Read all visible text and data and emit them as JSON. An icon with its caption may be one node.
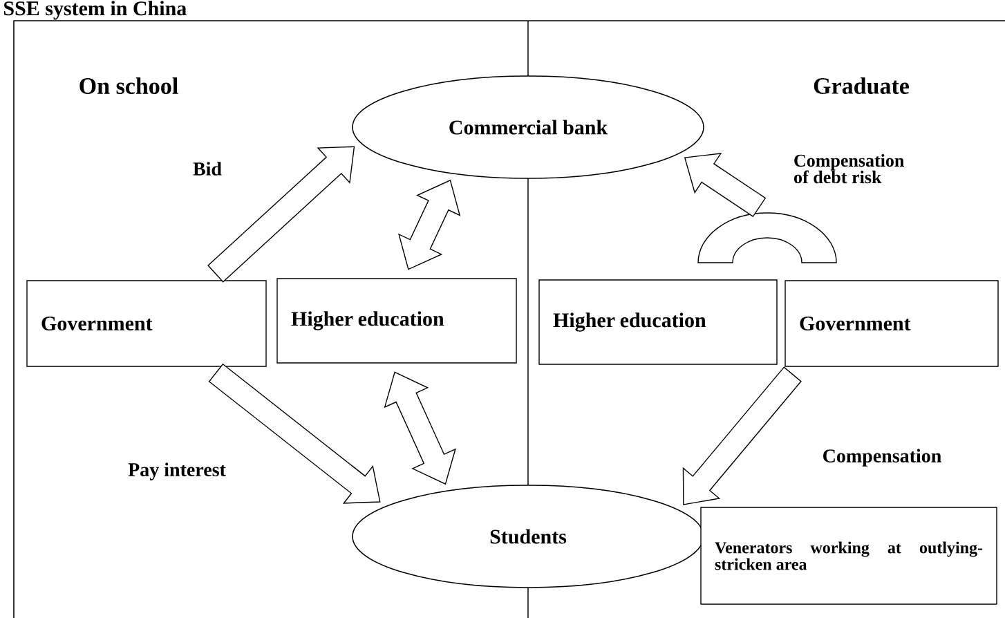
{
  "diagram": {
    "title": "SSE system in China",
    "nodes": [
      {
        "text": [
          "Commercial bank"
        ]
      },
      {
        "text": [
          "Government"
        ]
      },
      {
        "text": [
          "Higher education"
        ]
      },
      {
        "text": [
          "Higher education"
        ]
      },
      {
        "text": [
          "Government"
        ]
      },
      {
        "text": [
          "Students"
        ]
      },
      {
        "text": [
          "Venerators working at outlying-stricken area"
        ]
      },
      {
        "text": [],
        "shape": "arch"
      }
    ],
    "edges": [
      {
        "from": 1,
        "to": 0,
        "arrow": "to",
        "label": "Bid"
      },
      {
        "from": 2,
        "to": 0,
        "arrow": "both"
      },
      {
        "from": 1,
        "to": 5,
        "arrow": "to",
        "label": "Pay interest"
      },
      {
        "from": 2,
        "to": 5,
        "arrow": "both"
      },
      {
        "from": 7,
        "to": 0,
        "arrow": "to",
        "label": "Compensation of debt risk"
      },
      {
        "from": 4,
        "to": 5,
        "arrow": "to",
        "label": "Compensation"
      }
    ],
    "labels": [
      "On school",
      "Graduate"
    ]
  }
}
